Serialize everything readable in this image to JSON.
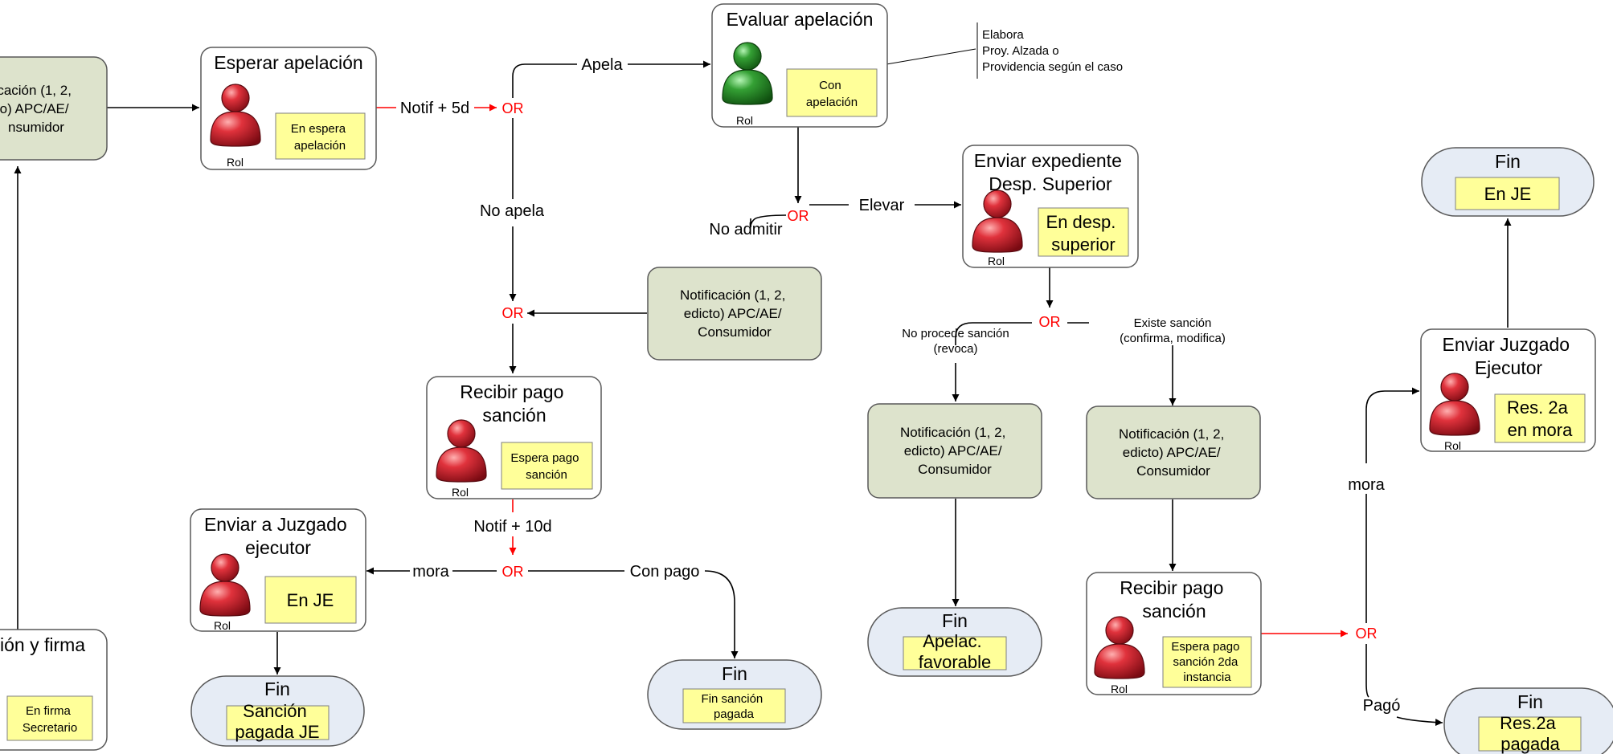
{
  "diagram": {
    "role_label": "Rol",
    "or_label": "OR",
    "nodes": {
      "notif_left": {
        "lines": [
          "cación (1, 2,",
          "o) APC/AE/",
          "nsumidor"
        ]
      },
      "firma_left": {
        "title": "ión y firma",
        "note": [
          "En firma",
          "Secretario"
        ]
      },
      "esperar_apelacion": {
        "title": "Esperar apelación",
        "note": [
          "En espera",
          "apelación"
        ]
      },
      "evaluar_apelacion": {
        "title": "Evaluar apelación",
        "note": [
          "Con",
          "apelación"
        ]
      },
      "callout": {
        "lines": [
          "Elabora",
          "Proy. Alzada o",
          "Providencia según el caso"
        ]
      },
      "enviar_expediente": {
        "title": [
          "Enviar expediente",
          "Desp. Superior"
        ],
        "note": [
          "En desp.",
          "superior"
        ]
      },
      "notif_center": {
        "lines": [
          "Notificación (1, 2,",
          "edicto) APC/AE/",
          "Consumidor"
        ]
      },
      "recibir_pago_1": {
        "title": [
          "Recibir pago",
          "sanción"
        ],
        "note": [
          "Espera pago",
          "sanción"
        ]
      },
      "enviar_juzgado": {
        "title": [
          "Enviar a Juzgado",
          "ejecutor"
        ],
        "note": [
          "En JE"
        ]
      },
      "fin_sancion_je": {
        "title": "Fin",
        "note": [
          "Sanción",
          "pagada JE"
        ]
      },
      "fin_sancion_pagada": {
        "title": "Fin",
        "note": [
          "Fin sanción",
          "pagada"
        ]
      },
      "notif_revoca": {
        "lines": [
          "Notificación (1, 2,",
          "edicto) APC/AE/",
          "Consumidor"
        ]
      },
      "notif_confirma": {
        "lines": [
          "Notificación (1, 2,",
          "edicto) APC/AE/",
          "Consumidor"
        ]
      },
      "fin_apelac": {
        "title": "Fin",
        "note": [
          "Apelac.",
          "favorable"
        ]
      },
      "recibir_pago_2": {
        "title": [
          "Recibir pago",
          "sanción"
        ],
        "note": [
          "Espera pago",
          "sanción 2da",
          "instancia"
        ]
      },
      "fin_je": {
        "title": "Fin",
        "note": [
          "En JE"
        ]
      },
      "enviar_juzgado_ejecutor": {
        "title": [
          "Enviar Juzgado",
          "Ejecutor"
        ],
        "note": [
          "Res. 2a",
          "en mora"
        ]
      },
      "fin_res2a": {
        "title": "Fin",
        "note": [
          "Res.2a",
          "pagada"
        ]
      }
    },
    "edge_labels": {
      "notif_5d": "Notif + 5d",
      "apela": "Apela",
      "no_apela": "No apela",
      "elevar": "Elevar",
      "no_admitir": "No admitir",
      "notif_10d": "Notif + 10d",
      "mora_1": "mora",
      "con_pago": "Con pago",
      "no_procede": [
        "No procede sanción",
        "(revoca)"
      ],
      "existe_sancion": [
        "Existe sanción",
        "(confirma, modifica)"
      ],
      "mora_2": "mora",
      "pago": "Pagó"
    },
    "colors": {
      "process_box": "#ffffff",
      "notification_box": "#dde3cc",
      "end_box": "#e6ecf5",
      "status_note": "#ffff99",
      "or_gateway": "#ff0000",
      "role_red": "#c0202a",
      "role_green": "#2e8b2e"
    },
    "icons": {
      "role_red": "person-red-icon",
      "role_green": "person-green-icon"
    }
  }
}
